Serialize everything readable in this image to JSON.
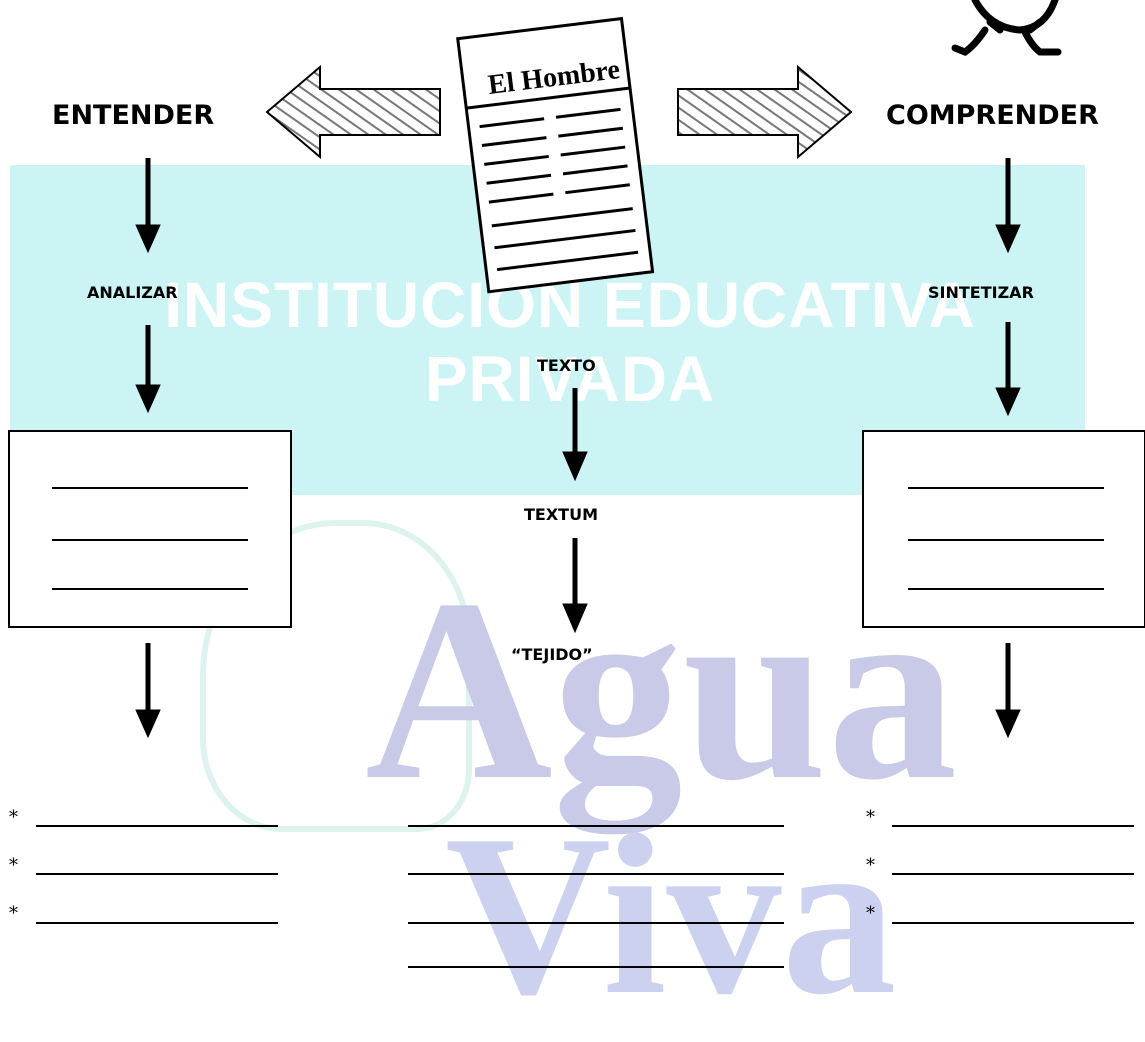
{
  "watermark": {
    "institution": "INSTITUCIÓN EDUCATIVA PRIVADA",
    "name_top": "Agua",
    "name_bottom": "Viva"
  },
  "newspaper": {
    "title": "El Hombre"
  },
  "left": {
    "title": "ENTENDER",
    "sub": "ANALIZAR",
    "bullets": [
      "*",
      "*",
      "*"
    ]
  },
  "center": {
    "word1": "TEXTO",
    "word2": "TEXTUM",
    "word3": "“TEJIDO”"
  },
  "right": {
    "title": "COMPRENDER",
    "sub": "SINTETIZAR",
    "bullets": [
      "*",
      "*",
      "*"
    ]
  }
}
